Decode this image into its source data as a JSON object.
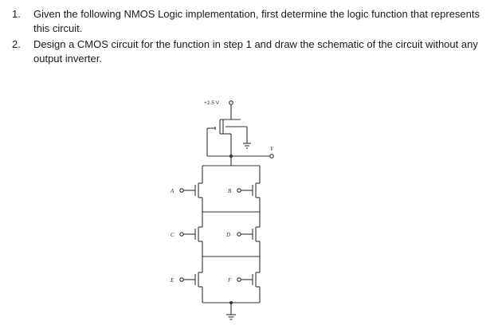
{
  "questions": [
    {
      "number": "1.",
      "text": "Given the following NMOS Logic implementation, first determine the logic function that represents this circuit."
    },
    {
      "number": "2.",
      "text": "Design a CMOS circuit for the function in step 1 and draw the schematic of the circuit without any output inverter."
    }
  ],
  "circuit": {
    "supply_label": "+2.5 V",
    "output_label": "Y",
    "inputs": [
      "A",
      "B",
      "C",
      "D",
      "E",
      "F"
    ]
  }
}
